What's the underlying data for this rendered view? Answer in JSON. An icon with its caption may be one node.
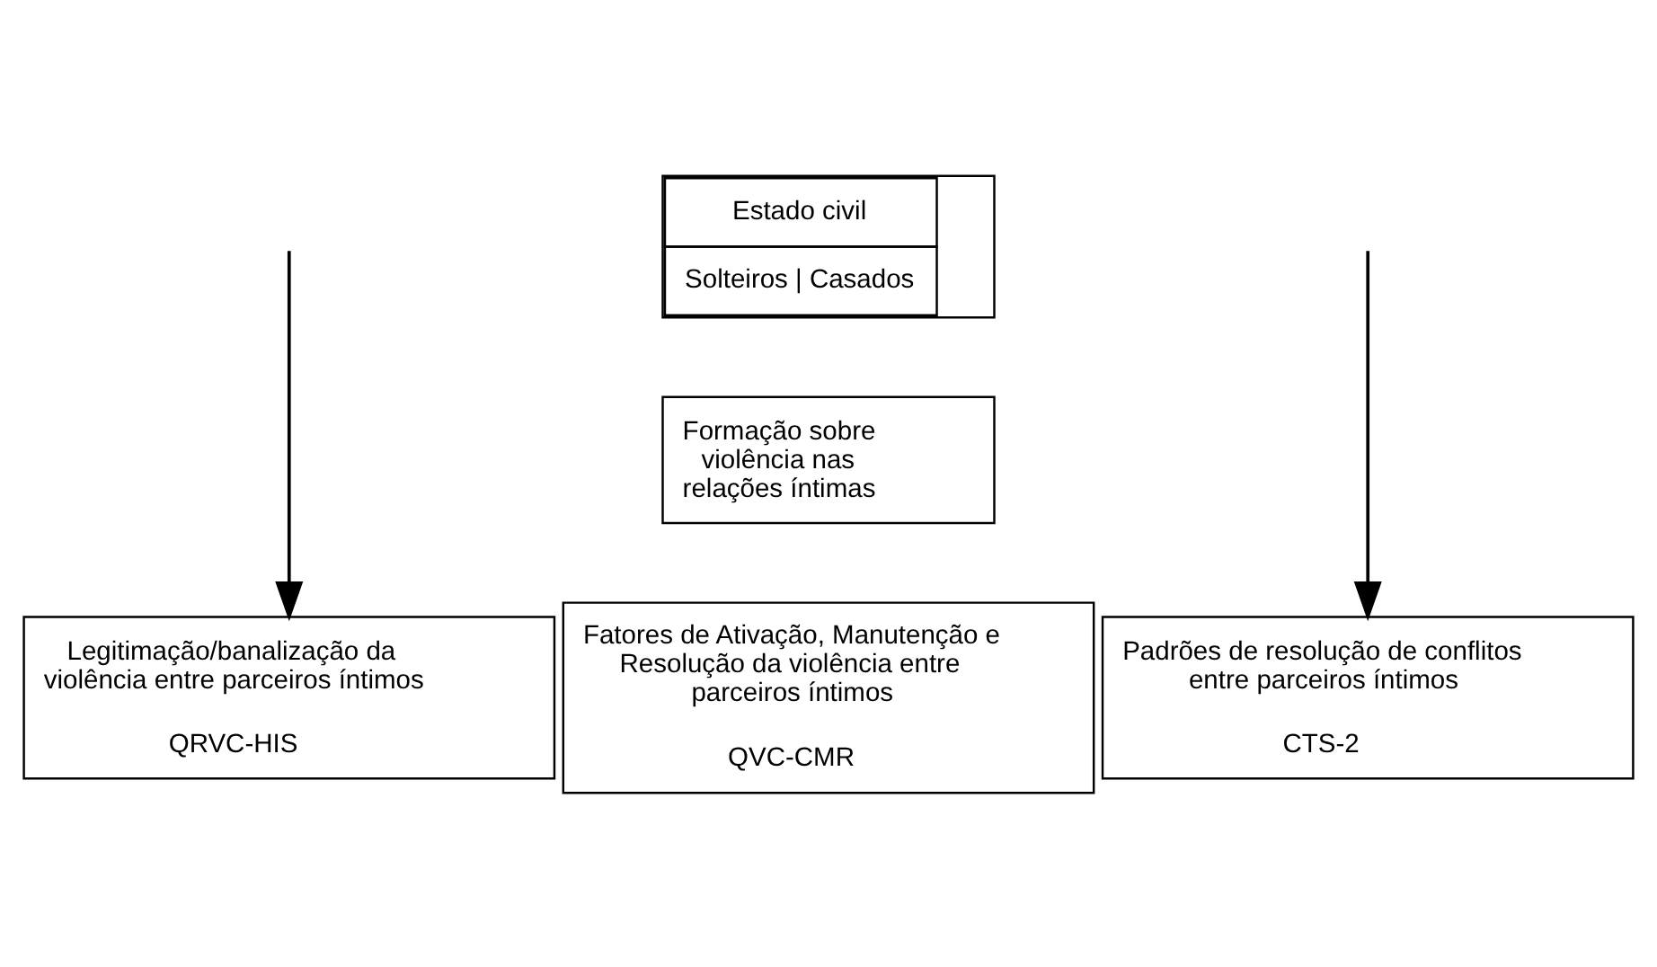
{
  "diagram": {
    "nodes": [
      {
        "text": [
          "Estado civil",
          "Solteiros | Casados"
        ]
      },
      {
        "text": [
          "Formação sobre violência nas relações íntimas"
        ]
      },
      {
        "text": [
          "Legitimação/banalização da violência entre parceiros íntimos",
          "QRVC-HIS"
        ]
      },
      {
        "text": [
          "Fatores de Ativação, Manutenção e Resolução da violência entre parceiros íntimos",
          "QVC-CMR"
        ]
      },
      {
        "text": [
          "Padrões de resolução de conflitos entre parceiros íntimos",
          "CTS-2"
        ]
      }
    ],
    "edges": [
      {
        "from": null,
        "to": 2,
        "arrow": "to"
      },
      {
        "from": null,
        "to": 4,
        "arrow": "to"
      }
    ]
  }
}
